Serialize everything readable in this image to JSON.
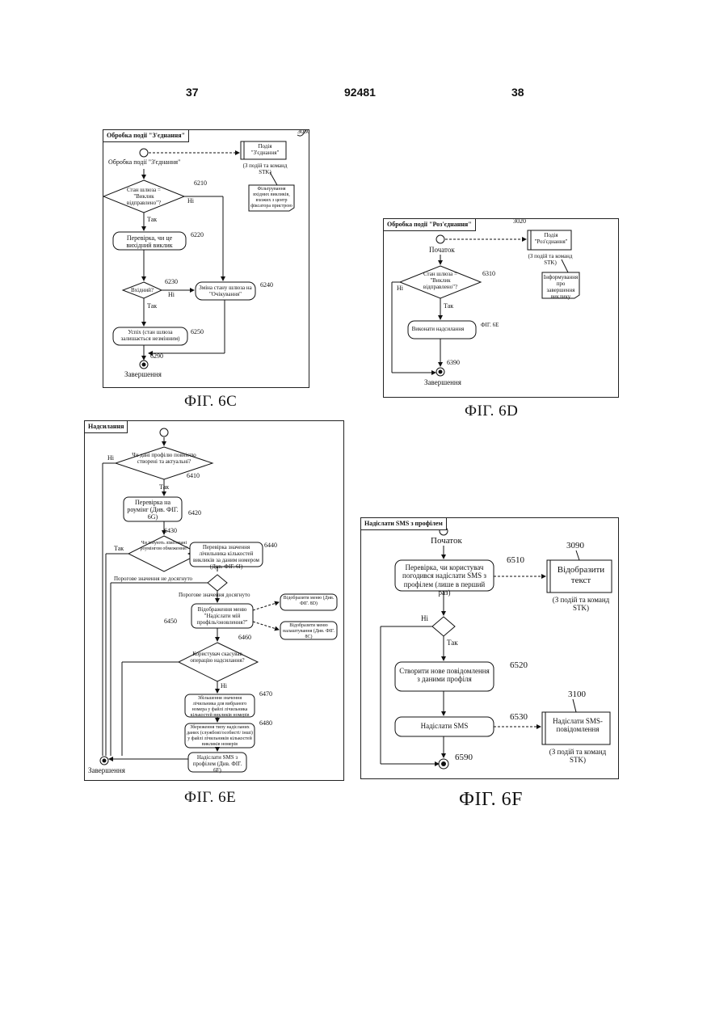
{
  "header": {
    "left": "37",
    "center": "92481",
    "right": "38"
  },
  "fig6c": {
    "tab": "Обробка події \"З'єднання\"",
    "ref": "3030",
    "start_label": "Обробка події \"З'єднання\"",
    "event_box": "Подія \"З'єднання\"",
    "event_note": "(З подій та команд STK)",
    "filter_note": "Фільтрування вхідних викликів, вхожих з центр фіксатора пристрою",
    "d6210": "Стан шлюза = \"Виклик відправлено\"?",
    "n6210": "6210",
    "no": "Ні",
    "yes": "Так",
    "b6220": "Перевірка, чи це вихідний виклик",
    "n6220": "6220",
    "d6230": "Вхідний?",
    "n6230": "6230",
    "no2": "Ні",
    "yes2": "Так",
    "b6240": "Зміна стану шлюза на \"Очікування\"",
    "n6240": "6240",
    "b6250": "Успіх (стан шлюза залишається незмінним)",
    "n6250": "6250",
    "n6290": "6290",
    "end": "Завершення",
    "caption": "ФІГ. 6C"
  },
  "fig6d": {
    "tab": "Обробка події \"Роз'єднання\"",
    "ref": "3020",
    "start": "Початок",
    "event_box": "Подія \"Роз'єднання\"",
    "event_note": "(З подій та команд STK)",
    "info_note": "Інформування про завершення виклику",
    "d6310": "Стан шлюза = \"Виклик відправлено\"?",
    "n6310": "6310",
    "no": "Ні",
    "yes": "Так",
    "b_send": "Виконати надсилання",
    "fig_ref": "ФІГ. 6E",
    "n6390": "6390",
    "end": "Завершення",
    "caption": "ФІГ. 6D"
  },
  "fig6e": {
    "tab": "Надсилання",
    "d6410": "Чи дані профілю повністю створені та актуальні?",
    "n6410": "6410",
    "no": "Ні",
    "yes": "Так",
    "b6420": "Перевірка на роумінг (Див. ФІГ. 6G)",
    "n6420": "6420",
    "d6430": "Чи існують лімітовані роумінгом обмеження?",
    "n6430": "6430",
    "yes2": "Так",
    "no2": "Ні",
    "b6440": "Перевірка значення лічильника кількостей викликів за даним номером (Див. ФІГ. 6I)",
    "n6440": "6440",
    "not_reached": "Порогове значення не досягнуто",
    "reached": "Порогове значення досягнуто",
    "b6450": "Відображення меню \"Надіслати мій профіль/оновлення?\"",
    "n6450": "6450",
    "menu1": "Відобразити меню (Див. ФІГ. 8D)",
    "menu2": "Відобразити меню налаштування (Див. ФІГ. 8C)",
    "d6460": "Користувач скасував операцію надсилання?",
    "n6460": "6460",
    "no3": "Ні",
    "b6470": "Збільшення значення лічильника для вибраного номера у файлі лічильника кількостей викликів номерів",
    "n6470": "6470",
    "b6480": "Збереження типу надісланих даних (службові/особисті/ інші) у файлі лічильників кількостей викликів номерів",
    "n6480": "6480",
    "b_send": "Надіслати SMS з профілем (Див. ФІГ. 6F)",
    "end": "Завершення",
    "caption": "ФІГ. 6E"
  },
  "fig6f": {
    "tab": "Надіслати SMS з профілем",
    "start": "Початок",
    "b6510": "Перевірка, чи користувач погодився надіслати SMS з профілем (лише в перший раз)",
    "n6510": "6510",
    "ref3090": "3090",
    "show_text": "Відобразити текст",
    "note1": "(З подій та команд STK)",
    "no": "Ні",
    "yes": "Так",
    "b6520": "Створити нове повідомлення з даними профіля",
    "n6520": "6520",
    "ref3100": "3100",
    "b6530": "Надіслати SMS",
    "n6530": "6530",
    "send_msg": "Надіслати SMS-повідомлення",
    "note2": "(З подій та команд STK)",
    "n6590": "6590",
    "caption": "ФІГ. 6F"
  }
}
